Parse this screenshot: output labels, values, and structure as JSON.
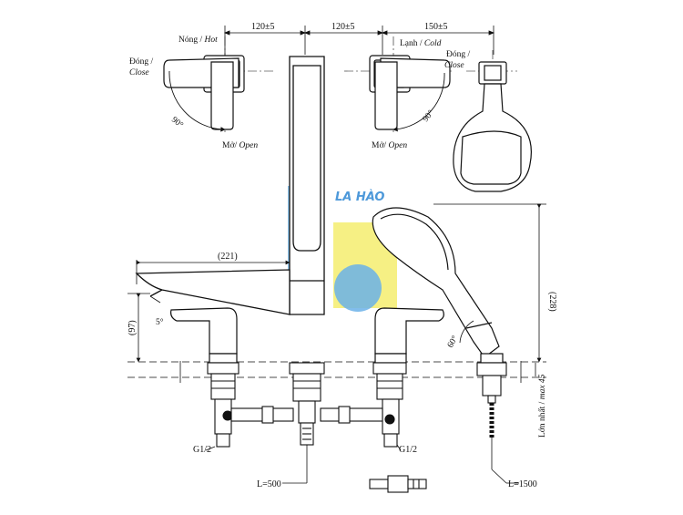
{
  "watermark": {
    "text": "LA HÀO",
    "colors": {
      "blue": "#5aa9e6",
      "yellow": "#f3ea4a"
    }
  },
  "labels": {
    "hot": {
      "vi": "Nóng / ",
      "en": "Hot"
    },
    "cold": {
      "vi": "Lạnh / ",
      "en": "Cold"
    },
    "close_left": {
      "vi": "Đóng /",
      "en": "Close"
    },
    "close_right": {
      "vi": "Đóng /",
      "en": "Close"
    },
    "open_left": {
      "vi": "Mở/ ",
      "en": "Open"
    },
    "open_right": {
      "vi": "Mở/ ",
      "en": "Open"
    },
    "angle_left": "90°",
    "angle_right": "90°",
    "angle_spout": "5°",
    "angle_shower": "60°"
  },
  "dimensions": {
    "top_1": "120±5",
    "top_2": "120±5",
    "top_3": "150±5",
    "spout_reach": "(221)",
    "spout_height": "(97)",
    "shower_height": "(228)",
    "deck_thickness": {
      "vi": "Lớn nhất / ",
      "en": "max 45"
    },
    "thread_left": "G1/2",
    "thread_right": "G1/2",
    "hose_short": "L=500",
    "hose_long": "L=1500"
  }
}
